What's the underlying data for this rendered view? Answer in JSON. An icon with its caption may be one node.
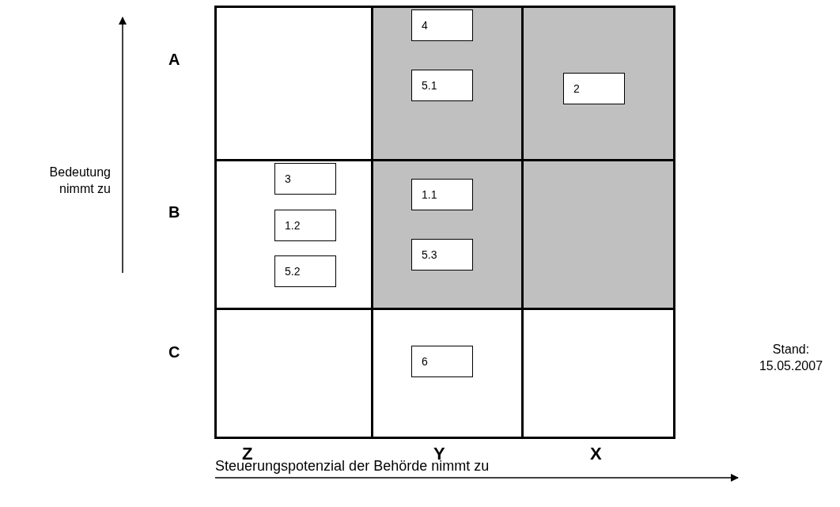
{
  "diagram": {
    "nodes": [
      {
        "text": [],
        "shape": "box"
      },
      {
        "text": [],
        "shape": "box"
      },
      {
        "text": [
          "4"
        ],
        "in": 1
      },
      {
        "text": [
          "5.1"
        ],
        "in": 1
      },
      {
        "text": [],
        "shape": "box"
      },
      {
        "text": [
          "2"
        ],
        "in": 4
      },
      {
        "text": [],
        "shape": "box"
      },
      {
        "text": [
          "3"
        ],
        "in": 6
      },
      {
        "text": [
          "1.2"
        ],
        "in": 6
      },
      {
        "text": [
          "5.2"
        ],
        "in": 6
      },
      {
        "text": [],
        "shape": "box"
      },
      {
        "text": [
          "1.1"
        ],
        "in": 10
      },
      {
        "text": [
          "5.3"
        ],
        "in": 10
      },
      {
        "text": [],
        "shape": "box"
      },
      {
        "text": [],
        "shape": "box"
      },
      {
        "text": [],
        "shape": "box"
      },
      {
        "text": [
          "6"
        ],
        "in": 15
      },
      {
        "text": [],
        "shape": "box"
      }
    ],
    "edges": [],
    "labels": [
      "A",
      "Bedeutung nimmt zu",
      "B",
      "C",
      "Stand: 15.05.2007",
      "Z",
      "Y",
      "X",
      "Steuerungspotenzial der Behörde nimmt zu"
    ]
  }
}
